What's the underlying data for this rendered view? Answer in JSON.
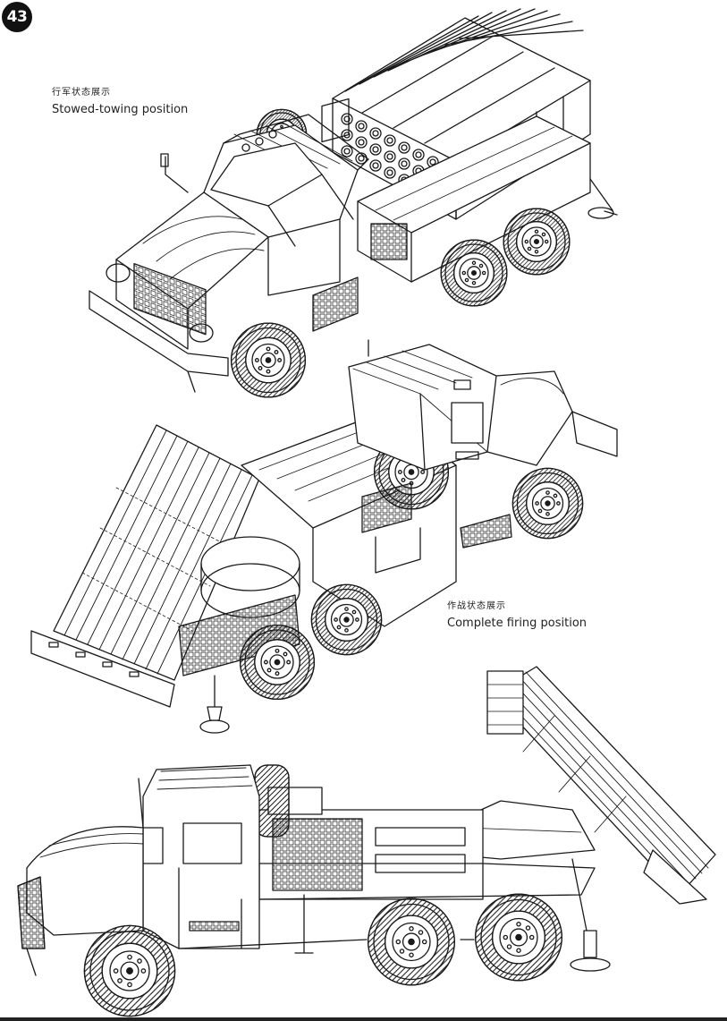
{
  "page": {
    "number": "43"
  },
  "captions": {
    "stowed": {
      "cn": "行军状态展示",
      "en": "Stowed-towing position"
    },
    "firing": {
      "cn": "作战状态展示",
      "en": "Complete firing position"
    }
  },
  "colors": {
    "ink": "#1a1a1a",
    "paper": "#ffffff"
  }
}
